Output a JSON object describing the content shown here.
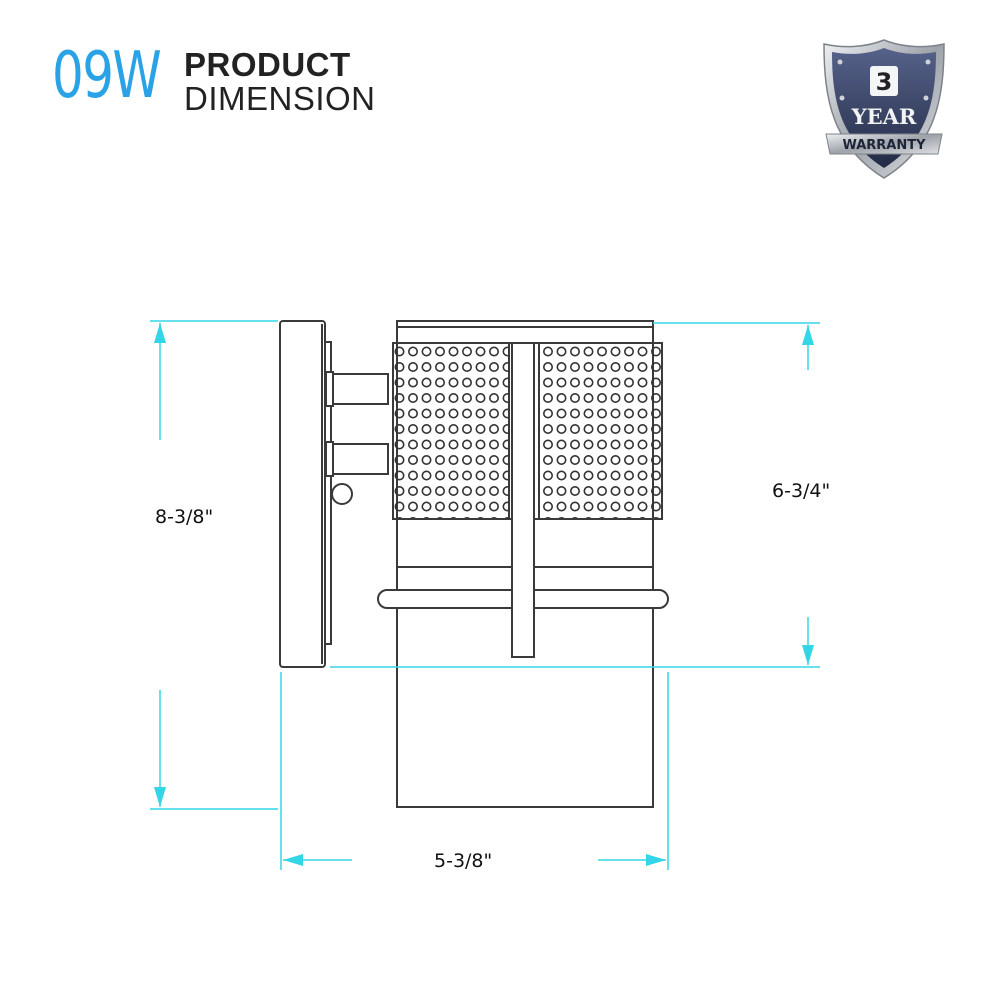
{
  "header": {
    "wattage": "09W",
    "title_line1": "PRODUCT",
    "title_line2": "DIMENSION"
  },
  "badge": {
    "number": "3",
    "year": "YEAR",
    "warranty": "WARRANTY"
  },
  "dimensions": {
    "overall_height": "8-3/8\"",
    "shade_height": "6-3/4\"",
    "width": "5-3/8\""
  },
  "colors": {
    "accent": "#29a3e6",
    "dimension_line": "#33d6e6",
    "drawing_line": "#3a3a3a",
    "badge_shield": "#3d4a6b",
    "badge_silver": "#c9cbcf"
  }
}
